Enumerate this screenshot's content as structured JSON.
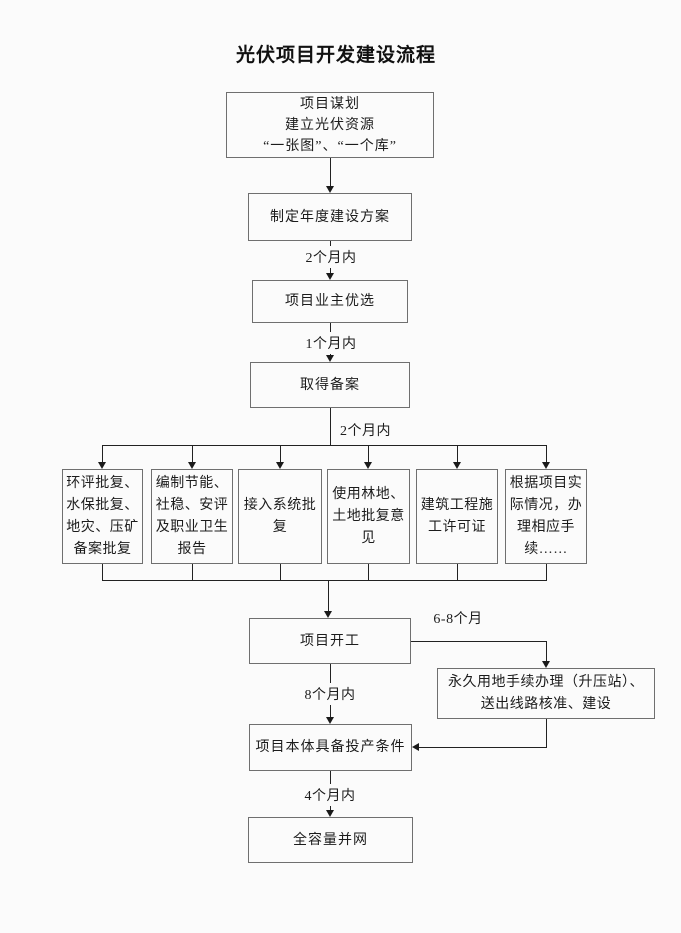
{
  "title": "光伏项目开发建设流程",
  "nodes": {
    "planning": "项目谋划\n建立光伏资源\n“一张图”、“一个库”",
    "annual_plan": "制定年度建设方案",
    "owner_selection": "项目业主优选",
    "filing": "取得备案",
    "approval_env": "环评批复、\n水保批复、\n地灾、压矿\n备案批复",
    "approval_reports": "编制节能、\n社稳、安评\n及职业卫生\n报告",
    "approval_grid_access": "接入系统批\n复",
    "approval_land": "使用林地、\n土地批复意\n见",
    "approval_construction_permit": "建筑工程施\n工许可证",
    "approval_other": "根据项目实\n际情况，办\n理相应手\n续……",
    "construction_start": "项目开工",
    "permanent_land": "永久用地手续办理（升压站）、\n送出线路核准、建设",
    "ready_for_production": "项目本体具备投产条件",
    "full_grid_connection": "全容量并网"
  },
  "edge_labels": {
    "annual_to_owner": "2个月内",
    "owner_to_filing": "1个月内",
    "filing_to_approvals": "2个月内",
    "start_to_permanent": "6-8个月",
    "start_to_ready": "8个月内",
    "ready_to_grid": "4个月内"
  },
  "colors": {
    "background": "#fbfbfb",
    "box_border": "#6f6f6f",
    "connector": "#222222",
    "text": "#1c1c1c"
  }
}
